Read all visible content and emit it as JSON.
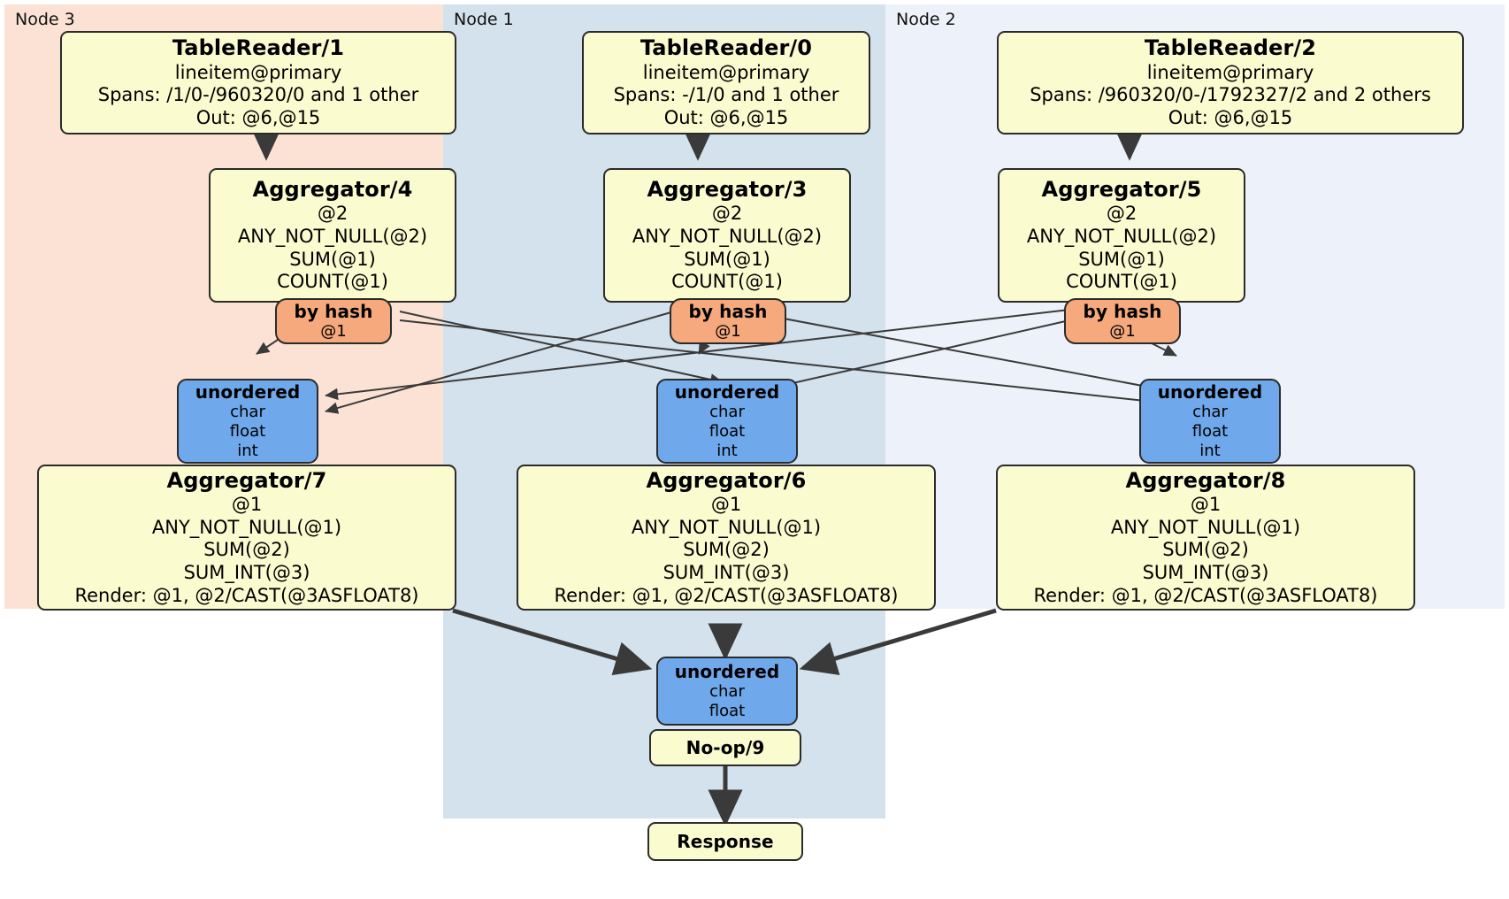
{
  "diagram": {
    "type": "distributed-query-plan",
    "colors": {
      "node3_bg": "#FBE2D5",
      "node1_bg": "#D3E2EC",
      "node2_bg": "#EDF1F9",
      "processor_bg": "#FBFBD0",
      "router_bg": "#F5A97C",
      "synchronizer_bg": "#6FA8EB",
      "edge": "#3a3a3a",
      "border": "#2b2b2b"
    },
    "containers": [
      {
        "name": "node-3",
        "label": "Node 3"
      },
      {
        "name": "node-1",
        "label": "Node 1"
      },
      {
        "name": "node-2",
        "label": "Node 2"
      }
    ]
  },
  "node3": {
    "label": "Node 3",
    "table_reader": {
      "title": "TableReader/1",
      "lines": [
        "lineitem@primary",
        "Spans: /1/0-/960320/0 and 1 other",
        "Out: @6,@15"
      ]
    },
    "aggregator_top": {
      "title": "Aggregator/4",
      "lines": [
        "@2",
        "ANY_NOT_NULL(@2)",
        "SUM(@1)",
        "COUNT(@1)"
      ]
    },
    "router": {
      "title": "by hash",
      "lines": [
        "@1"
      ]
    },
    "synchronizer": {
      "title": "unordered",
      "lines": [
        "char",
        "float",
        "int"
      ]
    },
    "aggregator_bottom": {
      "title": "Aggregator/7",
      "lines": [
        "@1",
        "ANY_NOT_NULL(@1)",
        "SUM(@2)",
        "SUM_INT(@3)",
        "Render: @1, @2/CAST(@3ASFLOAT8)"
      ]
    }
  },
  "node1": {
    "label": "Node 1",
    "table_reader": {
      "title": "TableReader/0",
      "lines": [
        "lineitem@primary",
        "Spans: -/1/0 and 1 other",
        "Out: @6,@15"
      ]
    },
    "aggregator_top": {
      "title": "Aggregator/3",
      "lines": [
        "@2",
        "ANY_NOT_NULL(@2)",
        "SUM(@1)",
        "COUNT(@1)"
      ]
    },
    "router": {
      "title": "by hash",
      "lines": [
        "@1"
      ]
    },
    "synchronizer": {
      "title": "unordered",
      "lines": [
        "char",
        "float",
        "int"
      ]
    },
    "aggregator_bottom": {
      "title": "Aggregator/6",
      "lines": [
        "@1",
        "ANY_NOT_NULL(@1)",
        "SUM(@2)",
        "SUM_INT(@3)",
        "Render: @1, @2/CAST(@3ASFLOAT8)"
      ]
    },
    "final_synchronizer": {
      "title": "unordered",
      "lines": [
        "char",
        "float"
      ]
    },
    "noop": {
      "title": "No-op/9"
    },
    "response": {
      "title": "Response"
    }
  },
  "node2": {
    "label": "Node 2",
    "table_reader": {
      "title": "TableReader/2",
      "lines": [
        "lineitem@primary",
        "Spans: /960320/0-/1792327/2 and 2 others",
        "Out: @6,@15"
      ]
    },
    "aggregator_top": {
      "title": "Aggregator/5",
      "lines": [
        "@2",
        "ANY_NOT_NULL(@2)",
        "SUM(@1)",
        "COUNT(@1)"
      ]
    },
    "router": {
      "title": "by hash",
      "lines": [
        "@1"
      ]
    },
    "synchronizer": {
      "title": "unordered",
      "lines": [
        "char",
        "float",
        "int"
      ]
    },
    "aggregator_bottom": {
      "title": "Aggregator/8",
      "lines": [
        "@1",
        "ANY_NOT_NULL(@1)",
        "SUM(@2)",
        "SUM_INT(@3)",
        "Render: @1, @2/CAST(@3ASFLOAT8)"
      ]
    }
  }
}
